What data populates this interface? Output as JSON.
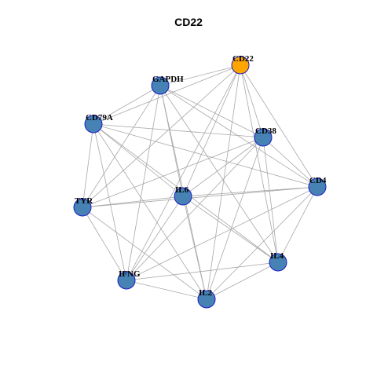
{
  "title": "CD22",
  "colors": {
    "node_default": "#4682b4",
    "node_highlight": "#ffa500",
    "node_border": "#1c1cc8",
    "edge": "#a8a8a8"
  },
  "network": {
    "highlight": "CD22",
    "nodes": [
      "CD22",
      "GAPDH",
      "CD79A",
      "CD38",
      "CD4",
      "IL6",
      "TYR",
      "IL4",
      "IFNG",
      "IL2"
    ],
    "edges": [
      [
        "CD22",
        "GAPDH"
      ],
      [
        "CD22",
        "CD79A"
      ],
      [
        "CD22",
        "CD38"
      ],
      [
        "CD22",
        "CD4"
      ],
      [
        "CD22",
        "IL6"
      ],
      [
        "CD22",
        "TYR"
      ],
      [
        "CD22",
        "IL4"
      ],
      [
        "CD22",
        "IFNG"
      ],
      [
        "CD22",
        "IL2"
      ],
      [
        "GAPDH",
        "CD79A"
      ],
      [
        "GAPDH",
        "CD38"
      ],
      [
        "GAPDH",
        "CD4"
      ],
      [
        "GAPDH",
        "IL6"
      ],
      [
        "GAPDH",
        "TYR"
      ],
      [
        "GAPDH",
        "IL4"
      ],
      [
        "GAPDH",
        "IFNG"
      ],
      [
        "GAPDH",
        "IL2"
      ],
      [
        "CD79A",
        "CD38"
      ],
      [
        "CD79A",
        "IL6"
      ],
      [
        "CD79A",
        "TYR"
      ],
      [
        "CD79A",
        "IL4"
      ],
      [
        "CD79A",
        "IFNG"
      ],
      [
        "CD79A",
        "IL2"
      ],
      [
        "CD79A",
        "CD4"
      ],
      [
        "CD38",
        "CD4"
      ],
      [
        "CD38",
        "IL6"
      ],
      [
        "CD38",
        "TYR"
      ],
      [
        "CD38",
        "IL4"
      ],
      [
        "CD38",
        "IFNG"
      ],
      [
        "CD38",
        "IL2"
      ],
      [
        "CD4",
        "IL6"
      ],
      [
        "CD4",
        "TYR"
      ],
      [
        "CD4",
        "IL4"
      ],
      [
        "CD4",
        "IFNG"
      ],
      [
        "CD4",
        "IL2"
      ],
      [
        "IL6",
        "TYR"
      ],
      [
        "IL6",
        "IL4"
      ],
      [
        "IL6",
        "IFNG"
      ],
      [
        "IL6",
        "IL2"
      ],
      [
        "TYR",
        "IFNG"
      ],
      [
        "TYR",
        "IL2"
      ],
      [
        "IL4",
        "IFNG"
      ],
      [
        "IL4",
        "IL2"
      ],
      [
        "IFNG",
        "IL2"
      ]
    ]
  }
}
